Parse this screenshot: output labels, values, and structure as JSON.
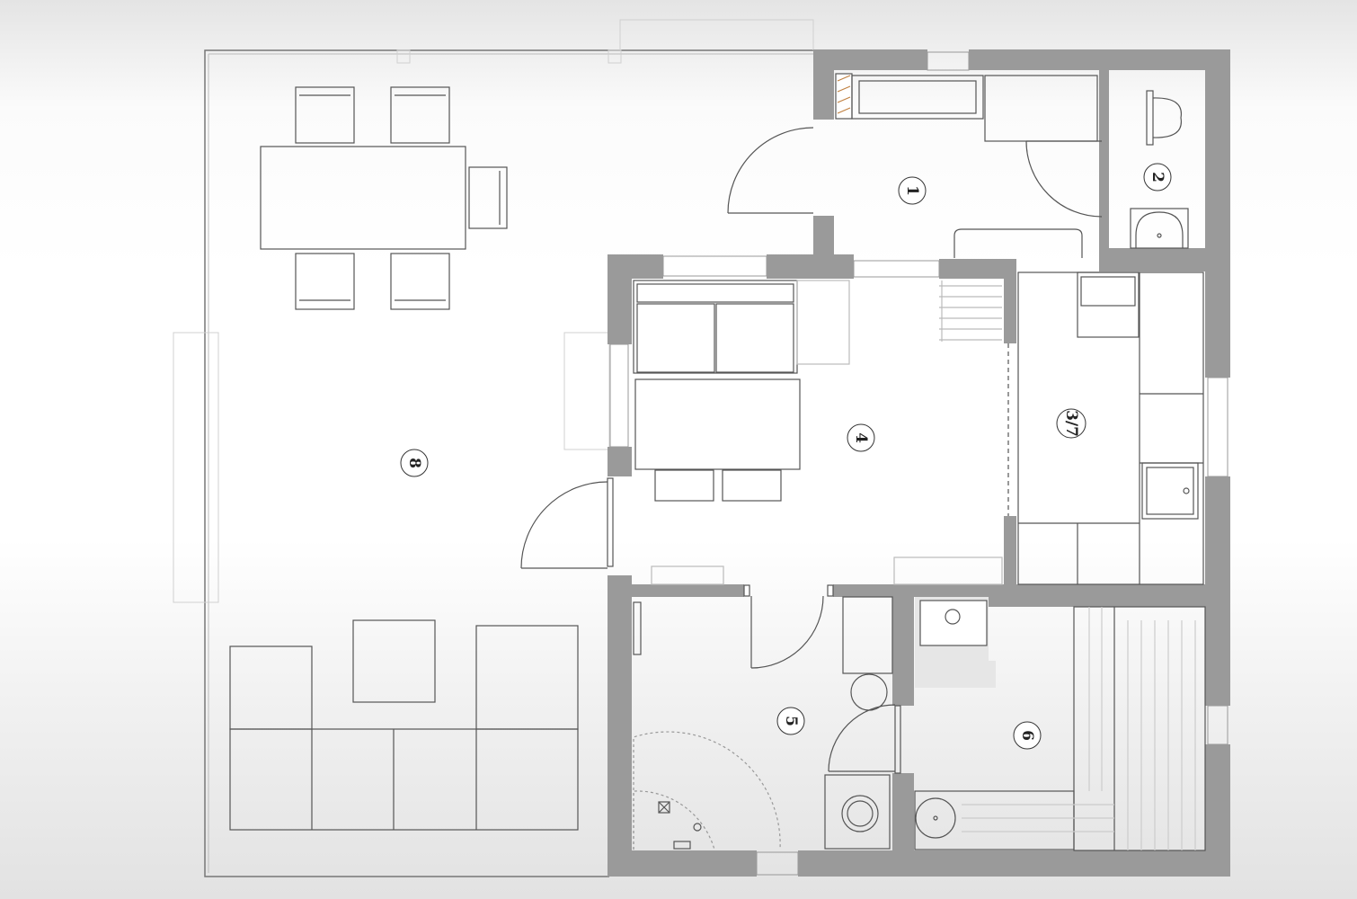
{
  "floor_plan": {
    "rooms": [
      {
        "id": "room-1",
        "label": "1"
      },
      {
        "id": "room-2",
        "label": "2"
      },
      {
        "id": "room-3-7",
        "label": "3/7"
      },
      {
        "id": "room-4",
        "label": "4"
      },
      {
        "id": "room-5",
        "label": "5"
      },
      {
        "id": "room-6",
        "label": "6"
      },
      {
        "id": "room-8",
        "label": "8"
      }
    ],
    "colors": {
      "wall": "#9a9a9a",
      "line": "#555555",
      "background": "#ffffff"
    }
  }
}
